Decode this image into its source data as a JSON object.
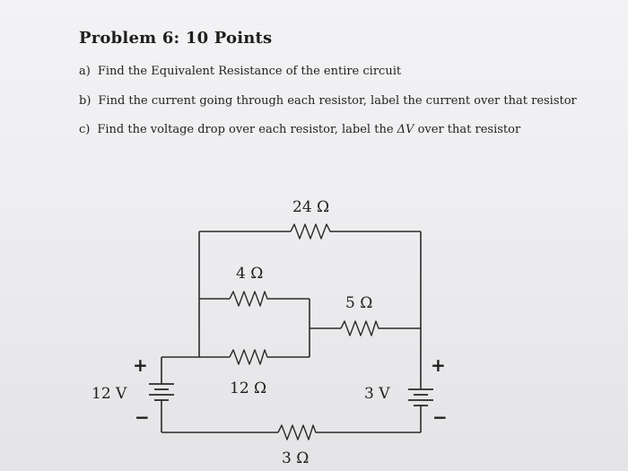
{
  "problem": {
    "title": "Problem 6: 10 Points",
    "items": [
      {
        "label": "a)",
        "text": "Find the Equivalent Resistance of the entire circuit"
      },
      {
        "label": "b)",
        "text": "Find the current going through each resistor, label the current over that resistor"
      },
      {
        "label": "c)",
        "text_before": "Find the voltage drop over each resistor, label the",
        "symbol": "ΔV",
        "text_after": "over that resistor"
      }
    ]
  },
  "circuit": {
    "resistors": {
      "r24": "24 Ω",
      "r4": "4 Ω",
      "r5": "5 Ω",
      "r12": "12 Ω",
      "r3": "3 Ω"
    },
    "batteries": {
      "left": {
        "voltage": "12 V",
        "plus": "+",
        "minus": "−"
      },
      "right": {
        "voltage": "3 V",
        "plus": "+",
        "minus": "−"
      }
    }
  }
}
